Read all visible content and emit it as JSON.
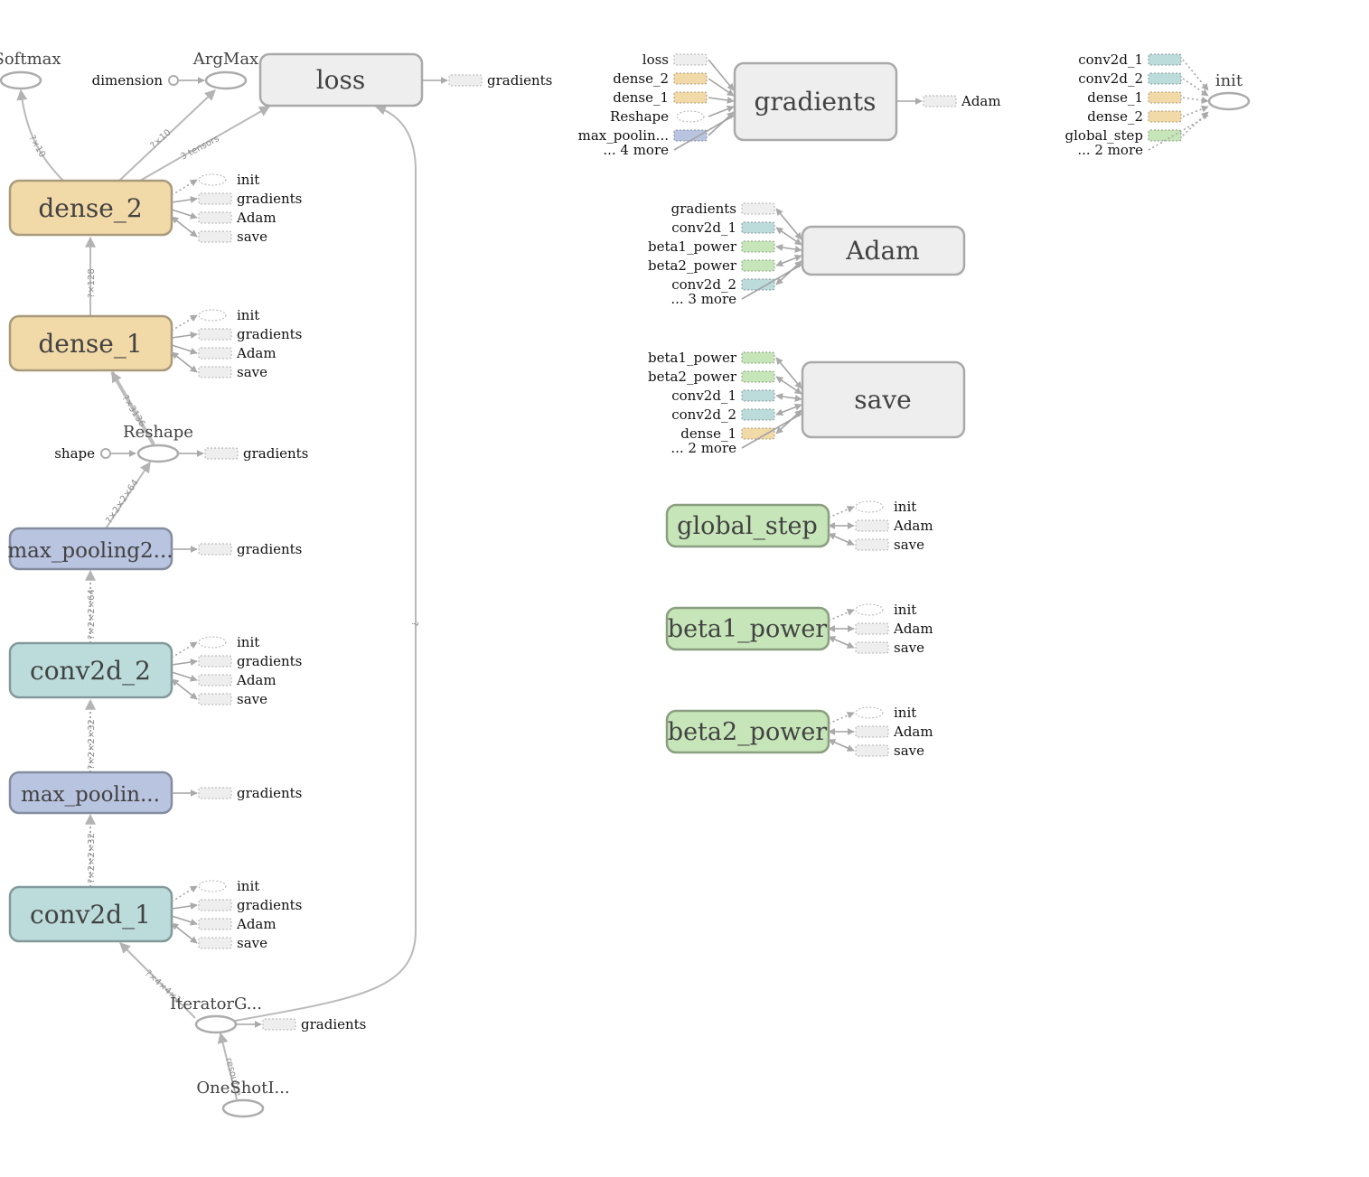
{
  "colors": {
    "dense": "#f1d9a8",
    "dense_stroke": "#a99a7c",
    "conv": "#bcdcdc",
    "conv_stroke": "#84999a",
    "pool": "#b9c4e0",
    "pool_stroke": "#848d9f",
    "var_green": "#c6e5b8",
    "var_green_stroke": "#8a9e80",
    "grey": "#eeeeee",
    "grey_stroke": "#a9a9a9"
  },
  "main": {
    "dense_2": "dense_2",
    "dense_1": "dense_1",
    "max_pooling2": "max_pooling2...",
    "conv2d_2": "conv2d_2",
    "max_pooling1": "max_poolin...",
    "conv2d_1": "conv2d_1",
    "loss": "loss",
    "gradients": "gradients",
    "adam": "Adam",
    "save": "save",
    "global_step": "global_step",
    "beta1_power": "beta1_power",
    "beta2_power": "beta2_power"
  },
  "ops": {
    "softmax": "Softmax",
    "argmax": "ArgMax",
    "dimension": "dimension",
    "reshape": "Reshape",
    "shape": "shape",
    "iterator": "IteratorG...",
    "oneshot": "OneShotI...",
    "init": "init"
  },
  "aux": {
    "init": "init",
    "gradients": "gradients",
    "adam": "Adam",
    "save": "save"
  },
  "edges": {
    "softmax": "?×10",
    "argmax": "?×10",
    "loss_tensors": "3 tensors",
    "d1_d2": "?×128",
    "reshape_d1": "?×3136",
    "pool2_reshape": "?×2×2×64",
    "conv2_pool2": "?×2×2×64",
    "pool1_conv2": "?×2×2×32",
    "conv1_pool1": "?×2×2×32",
    "iter_conv1": "?×4×4×1",
    "iter_loss": "?",
    "oneshot_iter": "resource"
  },
  "gradients_inputs": [
    "loss",
    "dense_2",
    "dense_1",
    "Reshape",
    "max_poolin..."
  ],
  "gradients_more": "... 4 more",
  "adam_inputs": [
    "gradients",
    "conv2d_1",
    "beta1_power",
    "beta2_power",
    "conv2d_2"
  ],
  "adam_more": "... 3 more",
  "save_inputs": [
    "beta1_power",
    "beta2_power",
    "conv2d_1",
    "conv2d_2",
    "dense_1"
  ],
  "save_more": "... 2 more",
  "init_inputs": [
    "conv2d_1",
    "conv2d_2",
    "dense_1",
    "dense_2",
    "global_step"
  ],
  "init_more": "... 2 more"
}
